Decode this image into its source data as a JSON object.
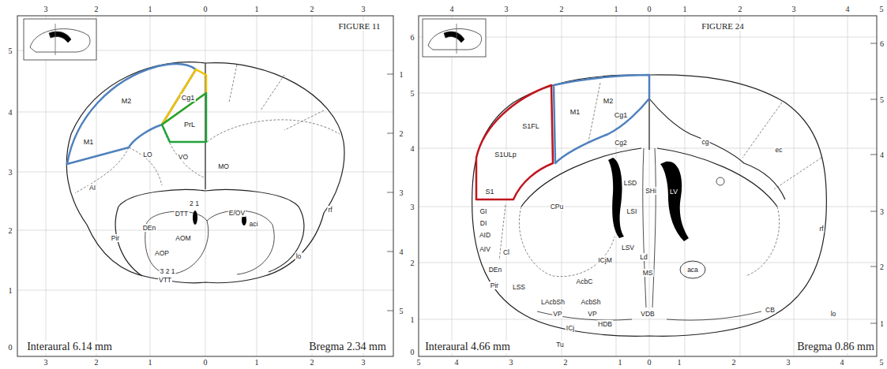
{
  "diagram": {
    "nodes": [
      {
        "text": [
          "M2",
          "M1"
        ]
      },
      {
        "text": [
          "Cg1"
        ]
      },
      {
        "text": [
          "PrL"
        ]
      },
      {
        "text": [
          "M1",
          "M2",
          "Cg1"
        ]
      },
      {
        "text": [
          "S1FL",
          "S1ULp",
          "S1"
        ]
      }
    ],
    "labels": [
      "3",
      "2",
      "1",
      "0",
      "1",
      "2",
      "3",
      "3",
      "2",
      "1",
      "0",
      "1",
      "2",
      "3",
      "5",
      "4",
      "3",
      "2",
      "1",
      "0",
      "1",
      "2",
      "3",
      "4",
      "5",
      "FIGURE 11",
      "Interaural 6.14 mm",
      "Bregma 2.34 mm",
      "LO",
      "VO",
      "MO",
      "AI",
      "DTT",
      "2 1",
      "DEn",
      "AOM",
      "AOP",
      "Pir",
      "3 2 1",
      "VTT",
      "E/OV",
      "aci",
      "rf",
      "lo",
      "4",
      "3",
      "2",
      "1",
      "0",
      "1",
      "2",
      "3",
      "4",
      "5",
      "5",
      "4",
      "3",
      "2",
      "1",
      "0",
      "1",
      "2",
      "3",
      "4",
      "5",
      "6",
      "5",
      "4",
      "3",
      "2",
      "1",
      "0",
      "6",
      "5",
      "4",
      "3",
      "2",
      "1",
      "FIGURE 24",
      "Interaural 4.66 mm",
      "Bregma 0.86 mm",
      "Cg2",
      "GI",
      "DI",
      "AID",
      "AIV",
      "Cl",
      "DEn",
      "Pir",
      "LSS",
      "CPu",
      "LSD",
      "SHi",
      "LSI",
      "LV",
      "LSV",
      "Ld",
      "ICjM",
      "MS",
      "aca",
      "AcbC",
      "LAcbSh",
      "AcbSh",
      "VP",
      "VP",
      "VDB",
      "HDB",
      "ICj",
      "Tu",
      "CB",
      "cg",
      "ec",
      "rf",
      "lo"
    ]
  }
}
